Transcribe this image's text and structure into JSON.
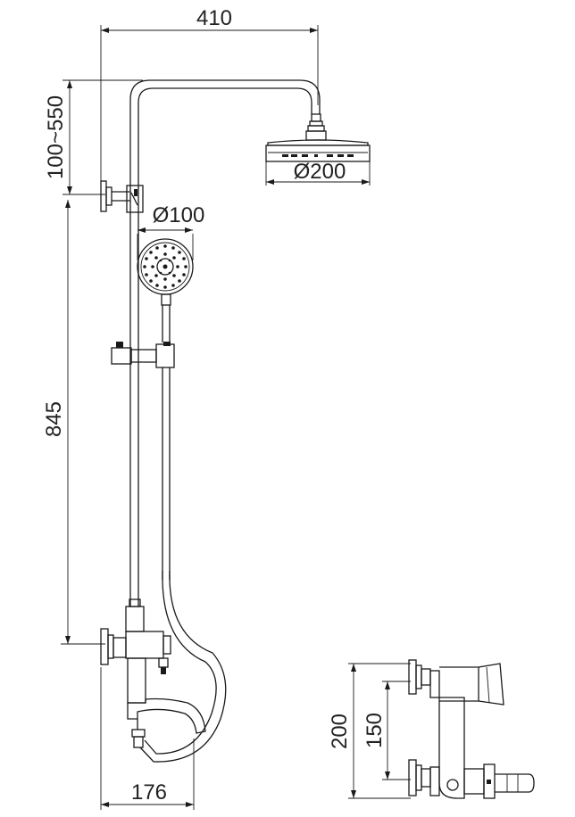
{
  "dimensions": {
    "overall_width": "410",
    "riser_adjust": "100~550",
    "rail_height": "845",
    "overhead_diameter": "Ø200",
    "hand_diameter": "Ø100",
    "spout_projection": "176",
    "mixer_height": "200",
    "inlet_centers": "150"
  }
}
